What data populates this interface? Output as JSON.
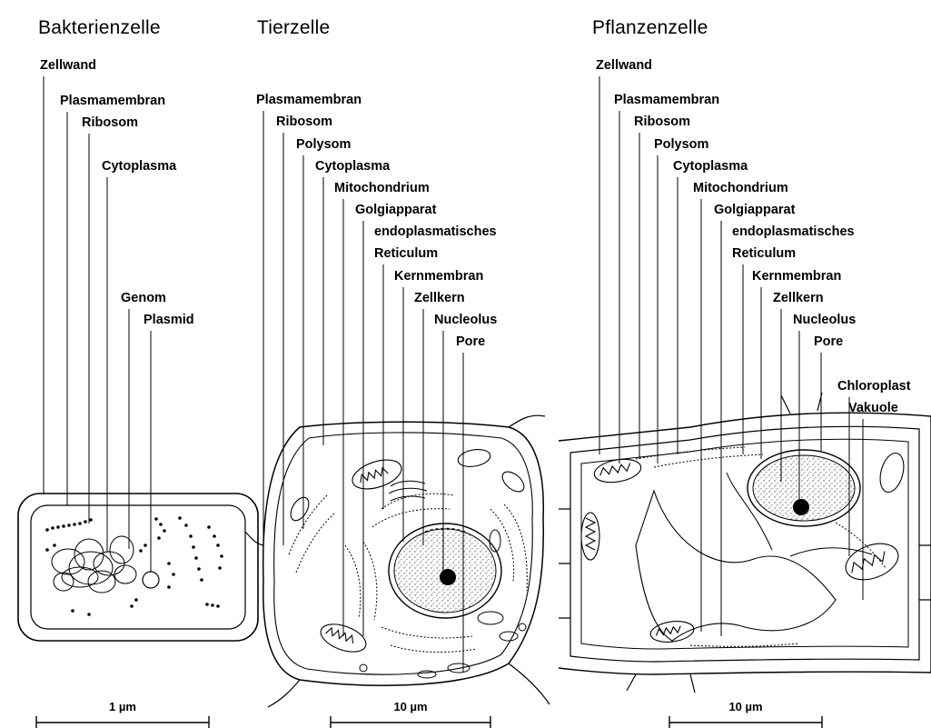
{
  "panels": [
    {
      "title": "Bakterienzelle",
      "labels": [
        "Zellwand",
        "Plasmamembran",
        "Ribosom",
        "Cytoplasma",
        "Genom",
        "Plasmid"
      ],
      "scale": "1 µm"
    },
    {
      "title": "Tierzelle",
      "labels": [
        "Plasmamembran",
        "Ribosom",
        "Polysom",
        "Cytoplasma",
        "Mitochondrium",
        "Golgiapparat",
        "endoplasmatisches",
        "Reticulum",
        "Kernmembran",
        "Zellkern",
        "Nucleolus",
        "Pore"
      ],
      "scale": "10 µm"
    },
    {
      "title": "Pflanzenzelle",
      "labels": [
        "Zellwand",
        "Plasmamembran",
        "Ribosom",
        "Polysom",
        "Cytoplasma",
        "Mitochondrium",
        "Golgiapparat",
        "endoplasmatisches",
        "Reticulum",
        "Kernmembran",
        "Zellkern",
        "Nucleolus",
        "Pore",
        "Chloroplast",
        "Vakuole"
      ],
      "scale": "10 µm"
    }
  ]
}
